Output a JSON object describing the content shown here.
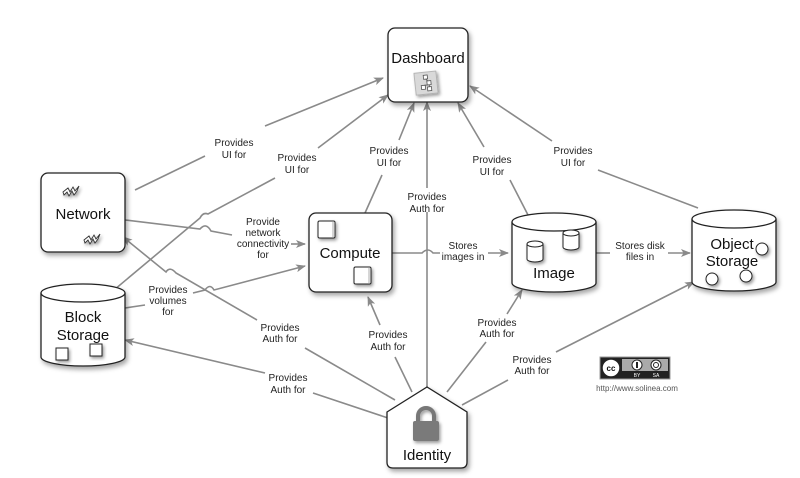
{
  "nodes": {
    "dashboard": {
      "label": "Dashboard",
      "icon": "sitemap-icon"
    },
    "network": {
      "label": "Network",
      "icon": "lightning-icon"
    },
    "block_storage": {
      "label_line1": "Block",
      "label_line2": "Storage",
      "icon": "volume-icon"
    },
    "compute": {
      "label": "Compute",
      "icon": "server-icon"
    },
    "image": {
      "label": "Image",
      "icon": "disk-icon"
    },
    "object_storage": {
      "label_line1": "Object",
      "label_line2": "Storage",
      "icon": "object-icon"
    },
    "identity": {
      "label": "Identity",
      "icon": "lock-icon"
    }
  },
  "edges": [
    {
      "id": "network-dashboard",
      "from": "Network",
      "to": "Dashboard",
      "label": [
        "Provides",
        "UI for"
      ]
    },
    {
      "id": "block-dashboard",
      "from": "Block Storage",
      "to": "Dashboard",
      "label": [
        "Provides",
        "UI for"
      ]
    },
    {
      "id": "compute-dashboard",
      "from": "Compute",
      "to": "Dashboard",
      "label": [
        "Provides",
        "UI for"
      ]
    },
    {
      "id": "identity-dashboard",
      "from": "Identity",
      "to": "Dashboard",
      "label": [
        "Provides",
        "Auth for"
      ]
    },
    {
      "id": "image-dashboard",
      "from": "Image",
      "to": "Dashboard",
      "label": [
        "Provides",
        "UI for"
      ]
    },
    {
      "id": "object-dashboard",
      "from": "Object Storage",
      "to": "Dashboard",
      "label": [
        "Provides",
        "UI for"
      ]
    },
    {
      "id": "network-compute",
      "from": "Network",
      "to": "Compute",
      "label": [
        "Provide",
        "network",
        "connectivity",
        "for"
      ]
    },
    {
      "id": "block-compute",
      "from": "Block Storage",
      "to": "Compute",
      "label": [
        "Provides",
        "volumes",
        "for"
      ]
    },
    {
      "id": "compute-image",
      "from": "Compute",
      "to": "Image",
      "label": [
        "Stores",
        "images in"
      ]
    },
    {
      "id": "image-object",
      "from": "Image",
      "to": "Object Storage",
      "label": [
        "Stores disk",
        "files in"
      ]
    },
    {
      "id": "identity-network",
      "from": "Identity",
      "to": "Network",
      "label": [
        "Provides",
        "Auth for"
      ]
    },
    {
      "id": "identity-block",
      "from": "Identity",
      "to": "Block Storage",
      "label": [
        "Provides",
        "Auth for"
      ]
    },
    {
      "id": "identity-compute",
      "from": "Identity",
      "to": "Compute",
      "label": [
        "Provides",
        "Auth for"
      ]
    },
    {
      "id": "identity-image",
      "from": "Identity",
      "to": "Image",
      "label": [
        "Provides",
        "Auth for"
      ]
    },
    {
      "id": "identity-object",
      "from": "Identity",
      "to": "Object Storage",
      "label": [
        "Provides",
        "Auth for"
      ]
    }
  ],
  "license": {
    "badge_cc": "cc",
    "badge_by": "BY",
    "badge_sa": "SA",
    "url": "http://www.solinea.com"
  }
}
